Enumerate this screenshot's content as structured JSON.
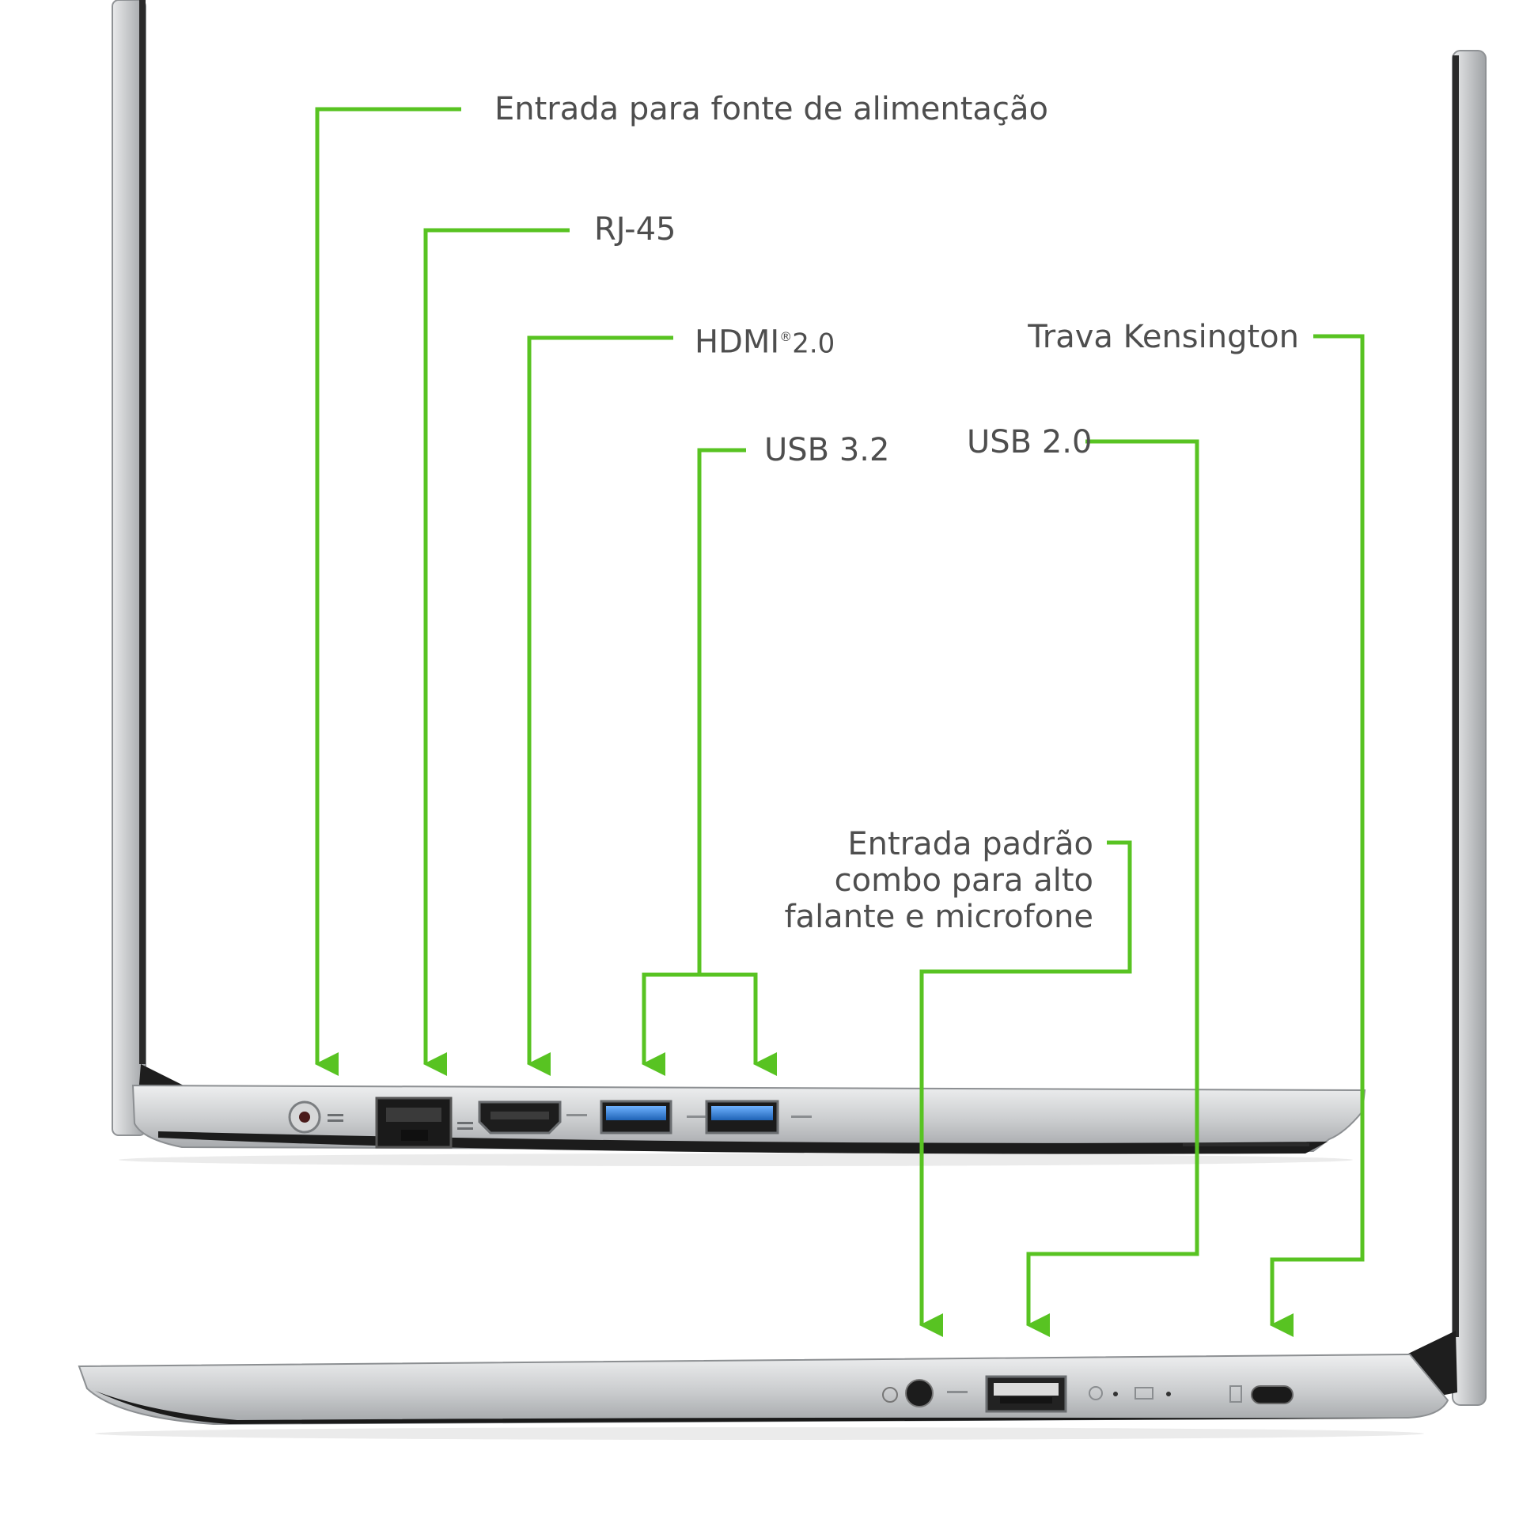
{
  "callouts": {
    "power": "Entrada para fonte de alimentação",
    "rj45": "RJ-45",
    "hdmi_main": "HDMI",
    "hdmi_reg": "®",
    "hdmi_version": "2.0",
    "usb32": "USB 3.2",
    "kensington": "Trava Kensington",
    "usb20": "USB 2.0",
    "audio_lines": [
      "Entrada padrão",
      "combo para alto",
      "falante e microfone"
    ]
  },
  "colors": {
    "leader": "#58c322",
    "label": "#4e4e4e",
    "aluminium": "#c9cbcd",
    "usb3_blue": "#2f7fd6"
  }
}
